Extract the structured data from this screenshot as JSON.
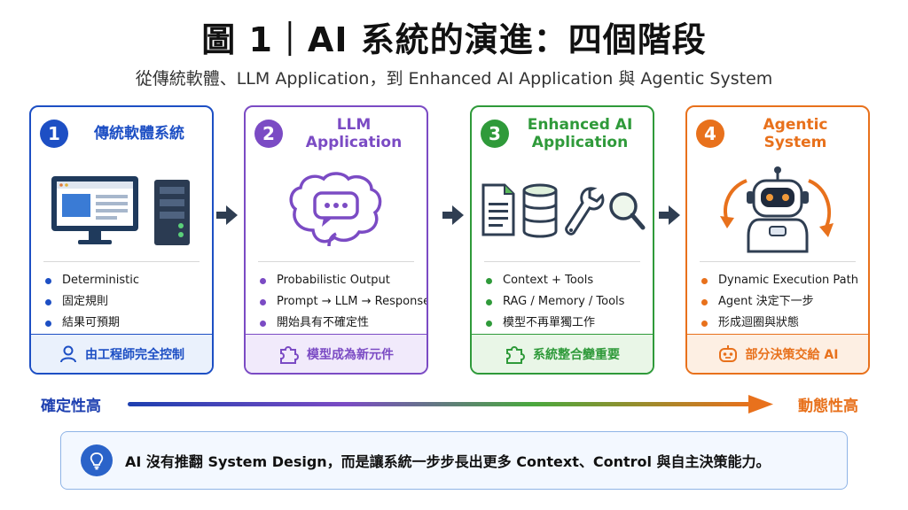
{
  "header": {
    "title": "圖 1｜AI 系統的演進：四個階段",
    "subtitle": "從傳統軟體、LLM Application，到 Enhanced AI Application 與 Agentic System"
  },
  "stages": [
    {
      "number": "1",
      "title": "傳統軟體系統",
      "color": "#1d4fc4",
      "bullets": [
        "Deterministic",
        "固定規則",
        "結果可預期"
      ],
      "footer": "由工程師完全控制",
      "icons": [
        "monitor-icon",
        "server-icon"
      ],
      "footer_icon": "person-icon"
    },
    {
      "number": "2",
      "title": "LLM Application",
      "color": "#7b4bc4",
      "bullets": [
        "Probabilistic Output",
        "Prompt → LLM → Response",
        "開始具有不確定性"
      ],
      "footer": "模型成為新元件",
      "icons": [
        "brain-chat-icon"
      ],
      "footer_icon": "puzzle-icon"
    },
    {
      "number": "3",
      "title": "Enhanced AI Application",
      "color": "#2f9a3a",
      "bullets": [
        "Context + Tools",
        "RAG / Memory / Tools",
        "模型不再單獨工作"
      ],
      "footer": "系統整合變重要",
      "icons": [
        "document-icon",
        "database-icon",
        "wrench-icon",
        "magnifier-icon"
      ],
      "footer_icon": "puzzle-icon"
    },
    {
      "number": "4",
      "title": "Agentic System",
      "color": "#e8711c",
      "bullets": [
        "Dynamic Execution Path",
        "Agent 決定下一步",
        "形成迴圈與狀態"
      ],
      "footer": "部分決策交給 AI",
      "icons": [
        "robot-icon",
        "cycle-arrows-icon"
      ],
      "footer_icon": "robot-face-icon"
    }
  ],
  "axis": {
    "left_label": "確定性高",
    "right_label": "動態性高"
  },
  "note": {
    "text": "AI 沒有推翻 System Design，而是讓系統一步步長出更多 Context、Control 與自主決策能力。",
    "icon": "lightbulb-icon"
  }
}
